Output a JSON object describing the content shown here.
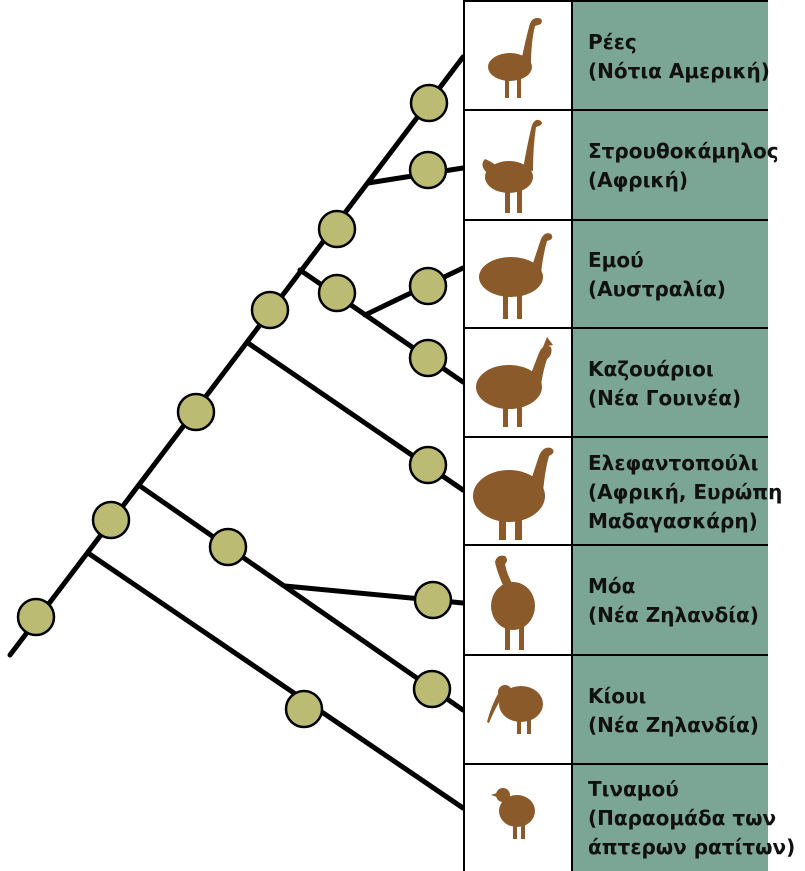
{
  "colors": {
    "node_fill": "#bcbb74",
    "node_stroke": "#000000",
    "label_bg": "#7ba595",
    "bird_fill": "#8b5a2b"
  },
  "taxa": [
    {
      "name": "Ρέες",
      "region": "(Νότια Αμερική)",
      "extra": "",
      "icon": "rhea-silhouette-icon"
    },
    {
      "name": "Στρουθοκάμηλος",
      "region": "(Αφρική)",
      "extra": "",
      "icon": "ostrich-silhouette-icon"
    },
    {
      "name": "Εμού",
      "region": "(Αυστραλία)",
      "extra": "",
      "icon": "emu-silhouette-icon"
    },
    {
      "name": "Καζουάριοι",
      "region": "(Νέα Γουινέα)",
      "extra": "",
      "icon": "cassowary-silhouette-icon"
    },
    {
      "name": "Ελεφαντοπούλι",
      "region": "(Αφρική, Ευρώπη",
      "extra": "Μαδαγασκάρη)",
      "icon": "elephant-bird-silhouette-icon"
    },
    {
      "name": "Μόα",
      "region": "(Νέα Ζηλανδία)",
      "extra": "",
      "icon": "moa-silhouette-icon"
    },
    {
      "name": "Κίουι",
      "region": "(Νέα Ζηλανδία)",
      "extra": "",
      "icon": "kiwi-silhouette-icon"
    },
    {
      "name": "Τιναμού",
      "region": "(Παραομάδα των",
      "extra": "άπτερων ρατίτων)",
      "icon": "tinamou-silhouette-icon"
    }
  ]
}
